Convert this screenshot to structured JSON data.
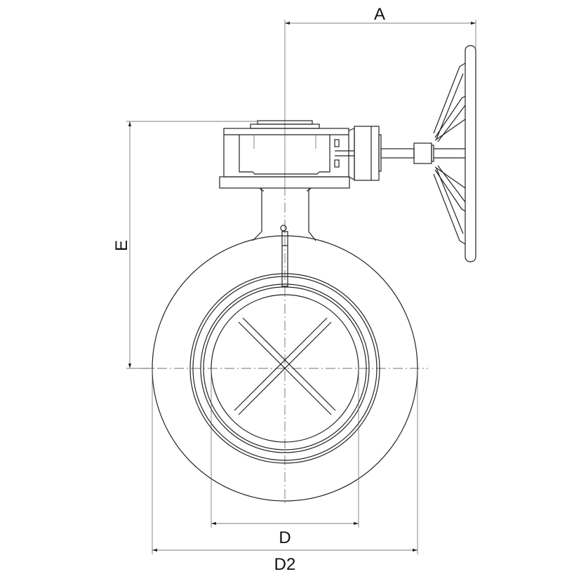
{
  "dimensions": {
    "A": "A",
    "E": "E",
    "D": "D",
    "D2": "D2"
  },
  "colors": {
    "line": "#222222",
    "background": "#ffffff"
  }
}
